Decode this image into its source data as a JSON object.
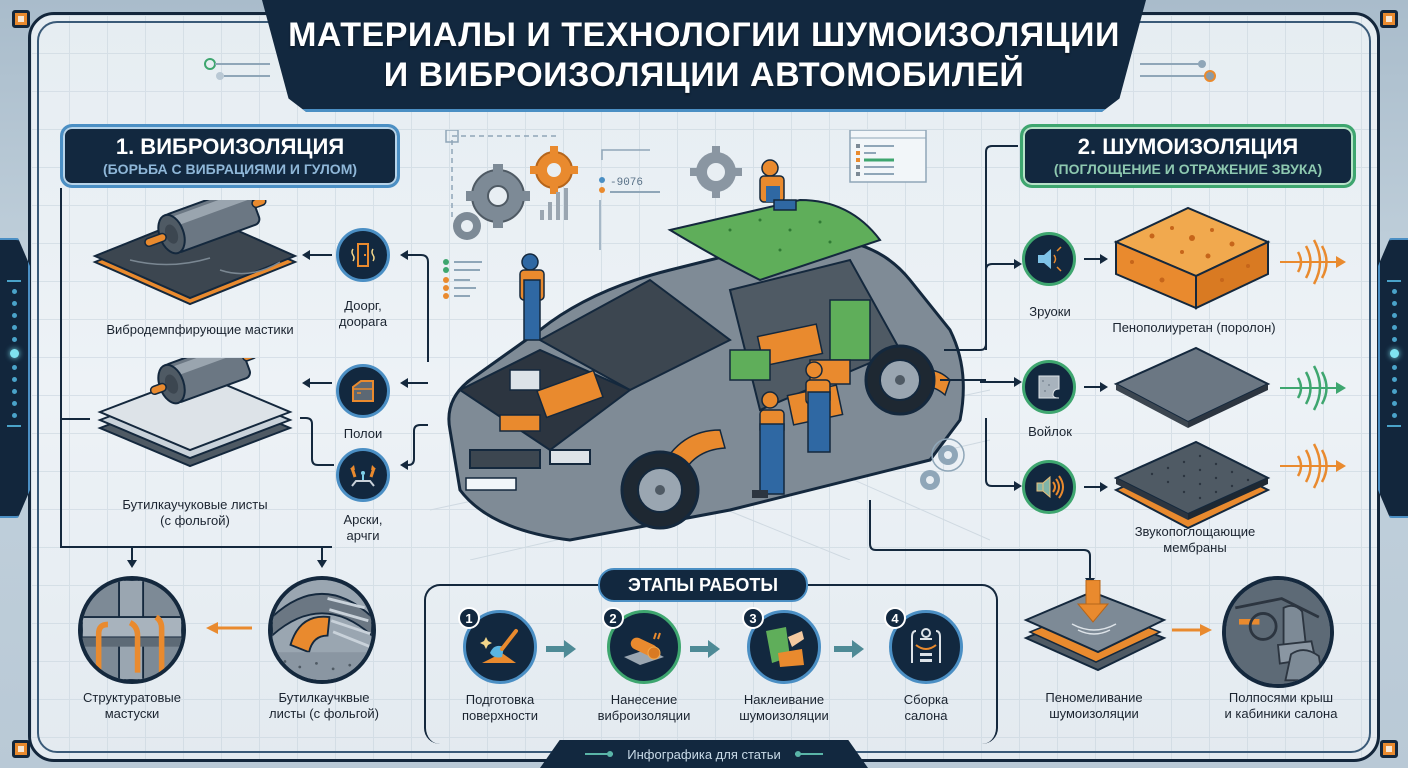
{
  "header": {
    "title_line1": "МАТЕРИАЛЫ И ТЕХНОЛОГИИ ШУМОИЗОЛЯЦИИ",
    "title_line2": "И ВИБРОИЗОЛЯЦИИ АВТОМОБИЛЕЙ"
  },
  "vibration": {
    "title": "1. ВИБРОИЗОЛЯЦИЯ",
    "subtitle": "(БОРЬБА С ВИБРАЦИЯМИ И ГУЛОМ)",
    "materials": [
      {
        "label": "Вибродемпфирующие мастики",
        "icon": "roller-on-mat"
      },
      {
        "label_line1": "Бутилкаучуковые листы",
        "label_line2": "(с фольгой)",
        "icon": "roller-on-foil-sheets"
      }
    ],
    "zones": [
      {
        "label_line1": "Доорг,",
        "label_line2": "доорага",
        "icon": "door-vibration-icon"
      },
      {
        "label": "Полои",
        "icon": "car-door-icon"
      },
      {
        "label_line1": "Арски,",
        "label_line2": "арчги",
        "icon": "wheel-arch-icon"
      }
    ],
    "details": [
      {
        "label_line1": "Структуратовые",
        "label_line2": "мастуски",
        "icon": "frame-structure-detail"
      },
      {
        "label_line1": "Бутилкаучквые",
        "label_line2": "листы (с фольгой)",
        "icon": "wheel-arch-detail"
      }
    ]
  },
  "noise": {
    "title": "2. ШУМОИЗОЛЯЦИЯ",
    "subtitle": "(ПОГЛОЩЕНИЕ И ОТРАЖЕНИЕ ЗВУКА)",
    "rows": [
      {
        "icon_label": "Зруоки",
        "material_label": "Пенополиуретан (поролон)",
        "icon": "speaker-icon",
        "wave_color": "#e98a2e"
      },
      {
        "icon_label": "Войлок",
        "material_label": "",
        "icon": "felt-icon",
        "wave_color": "#3ea66f"
      },
      {
        "icon_label": "",
        "material_label_line1": "Звукопоглощающие",
        "material_label_line2": "мембраны",
        "icon": "speaker-loud-icon",
        "wave_color": "#e98a2e"
      }
    ],
    "details": [
      {
        "label_line1": "Пеномеливание",
        "label_line2": "шумоизоляции",
        "icon": "layered-foam-press"
      },
      {
        "label_line1": "Полпосями крыш",
        "label_line2": "и кабиники салона",
        "icon": "car-interior-seats"
      }
    ]
  },
  "center": {
    "code_text": "-9076"
  },
  "stages": {
    "title": "ЭТАПЫ РАБОТЫ",
    "steps": [
      {
        "num": "1",
        "line1": "Подготовка",
        "line2": "поверхности",
        "icon": "cleaning-brush-icon"
      },
      {
        "num": "2",
        "line1": "Нанесение",
        "line2": "виброизоляции",
        "icon": "roll-material-icon"
      },
      {
        "num": "3",
        "line1": "Наклеивание",
        "line2": "шумоизоляции",
        "icon": "applying-sheet-icon"
      },
      {
        "num": "4",
        "line1": "Сборка",
        "line2": "салона",
        "icon": "car-seat-assembly-icon"
      }
    ]
  },
  "footer": {
    "text": "Инфографика для статьи"
  },
  "colors": {
    "navy": "#12283f",
    "blue_accent": "#4b8fc4",
    "green_accent": "#3ea66f",
    "orange_accent": "#e98a2e",
    "background": "#e8eef3"
  }
}
